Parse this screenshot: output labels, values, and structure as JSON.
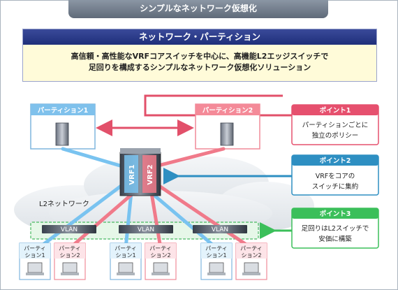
{
  "header": {
    "tab_label": "シンプルなネットワーク仮想化"
  },
  "title": {
    "heading": "ネットワーク・パーティション",
    "description_lines": [
      "高信頼・高性能なVRFコアスイッチを中心に、高機能L2エッジスイッチで",
      "足回りを構成するシンプルなネットワーク仮想化ソリューション"
    ]
  },
  "partitions": {
    "p1": "パーティション1",
    "p2": "パーティション2"
  },
  "vrf": {
    "v1": "VRF1",
    "v2": "VRF2"
  },
  "network_label": "L2ネットワーク",
  "vlan_label": "VLAN",
  "clients": {
    "c1_line1": "パーティ",
    "c1_line2": "ション1",
    "c2_line1": "パーティ",
    "c2_line2": "ション2"
  },
  "points": [
    {
      "title": "ポイント1",
      "lines": [
        "パーティションごとに",
        "独立のポリシー"
      ],
      "color": "#e6506e"
    },
    {
      "title": "ポイント2",
      "lines": [
        "VRFをコアの",
        "スイッチに集約"
      ],
      "color": "#2e8fc2"
    },
    {
      "title": "ポイント3",
      "lines": [
        "足回りはL2スイッチで",
        "安価に構築"
      ],
      "color": "#3bbf5a"
    }
  ],
  "colors": {
    "blue": "#79c3f0",
    "pink": "#f07a8a",
    "red_line": "#e2506a"
  }
}
